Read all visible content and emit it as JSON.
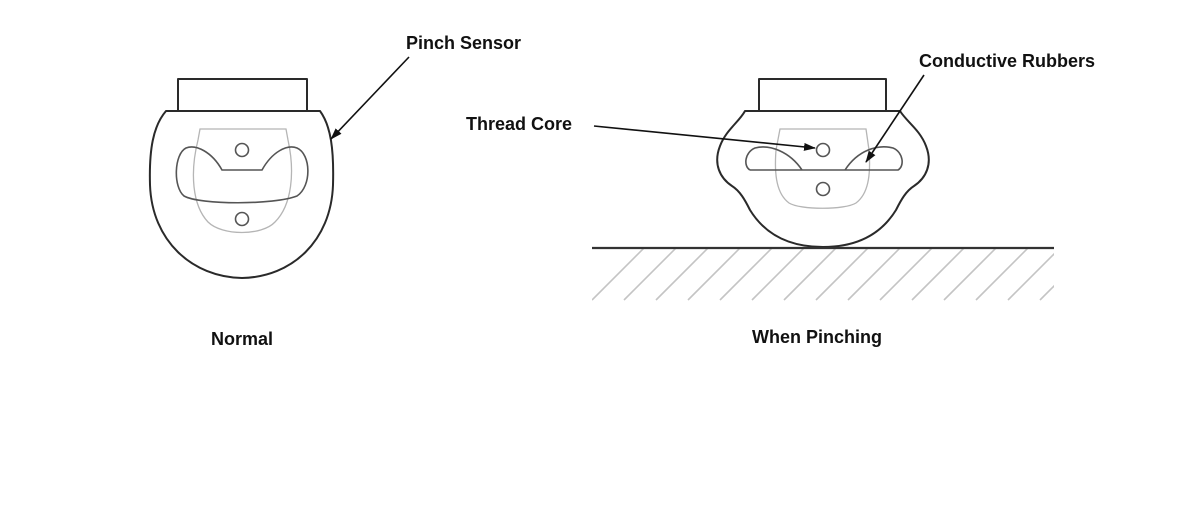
{
  "labels": {
    "pinch_sensor": "Pinch Sensor",
    "conductive_rubbers": "Conductive Rubbers",
    "thread_core": "Thread Core",
    "normal": "Normal",
    "when_pinching": "When Pinching"
  },
  "colors": {
    "outline": "#2a2a2a",
    "inner_line": "#555555",
    "light_line": "#b5b5b5",
    "hatch": "#c4c4c4",
    "text": "#111111",
    "background": "#ffffff"
  }
}
